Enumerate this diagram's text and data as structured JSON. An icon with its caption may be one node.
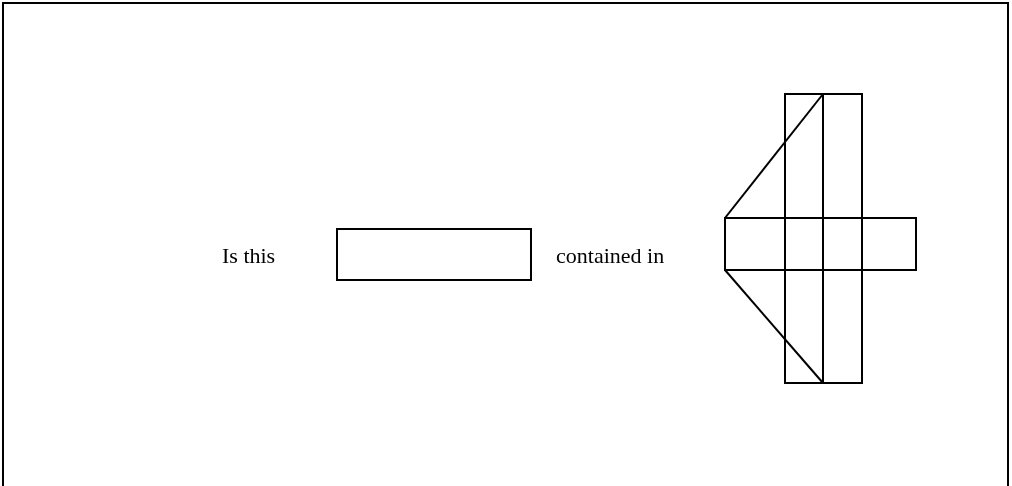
{
  "diagram": {
    "nodes": [
      {
        "text": [],
        "shape": "box"
      }
    ],
    "labels": [
      "Is this",
      "contained in"
    ]
  }
}
